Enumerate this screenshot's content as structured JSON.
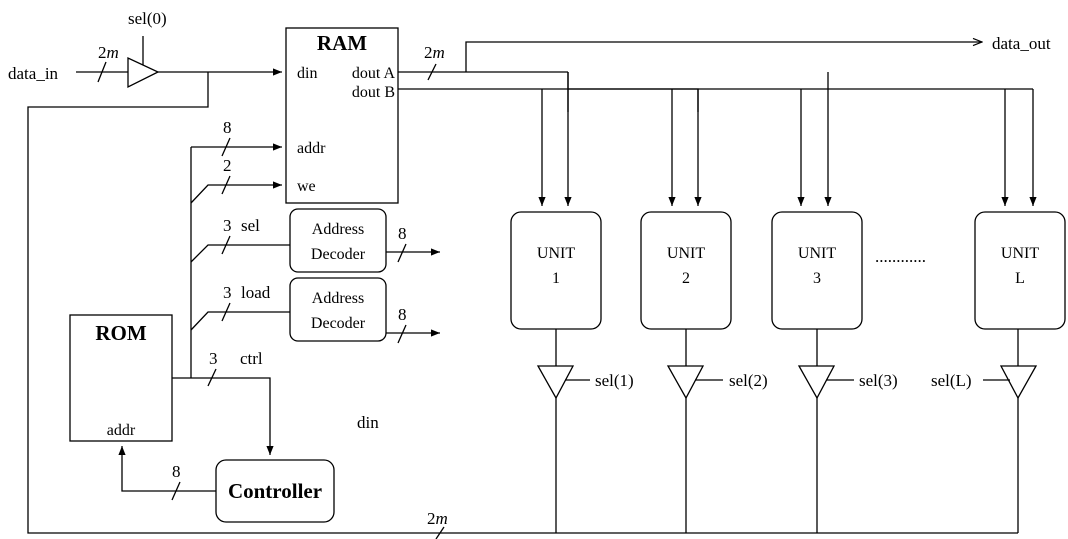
{
  "inputs": {
    "data_in": "data_in",
    "data_out": "data_out",
    "sel0": "sel(0)",
    "bus_2": "2",
    "bus_m": "m"
  },
  "ram": {
    "title": "RAM",
    "din": "din",
    "dout_a": "dout A",
    "dout_b": "dout B",
    "addr": "addr",
    "we": "we"
  },
  "rom": {
    "title": "ROM",
    "addr": "addr"
  },
  "controller": {
    "title": "Controller"
  },
  "decoders": [
    {
      "line1": "Address",
      "line2": "Decoder",
      "in_width": "3",
      "in_label": "sel",
      "out_width": "8"
    },
    {
      "line1": "Address",
      "line2": "Decoder",
      "in_width": "3",
      "in_label": "load",
      "out_width": "8"
    }
  ],
  "buses": {
    "addr_width": "8",
    "we_width": "2",
    "ctrl_width": "3",
    "ctrl_label": "ctrl",
    "rom_addr_width": "8"
  },
  "units": [
    {
      "name": "UNIT",
      "index": "1",
      "sel": "sel(1)"
    },
    {
      "name": "UNIT",
      "index": "2",
      "sel": "sel(2)"
    },
    {
      "name": "UNIT",
      "index": "3",
      "sel": "sel(3)"
    },
    {
      "name": "UNIT",
      "index": "L",
      "sel": "sel(L)"
    }
  ],
  "ellipsis": "............",
  "stray_label": "din"
}
